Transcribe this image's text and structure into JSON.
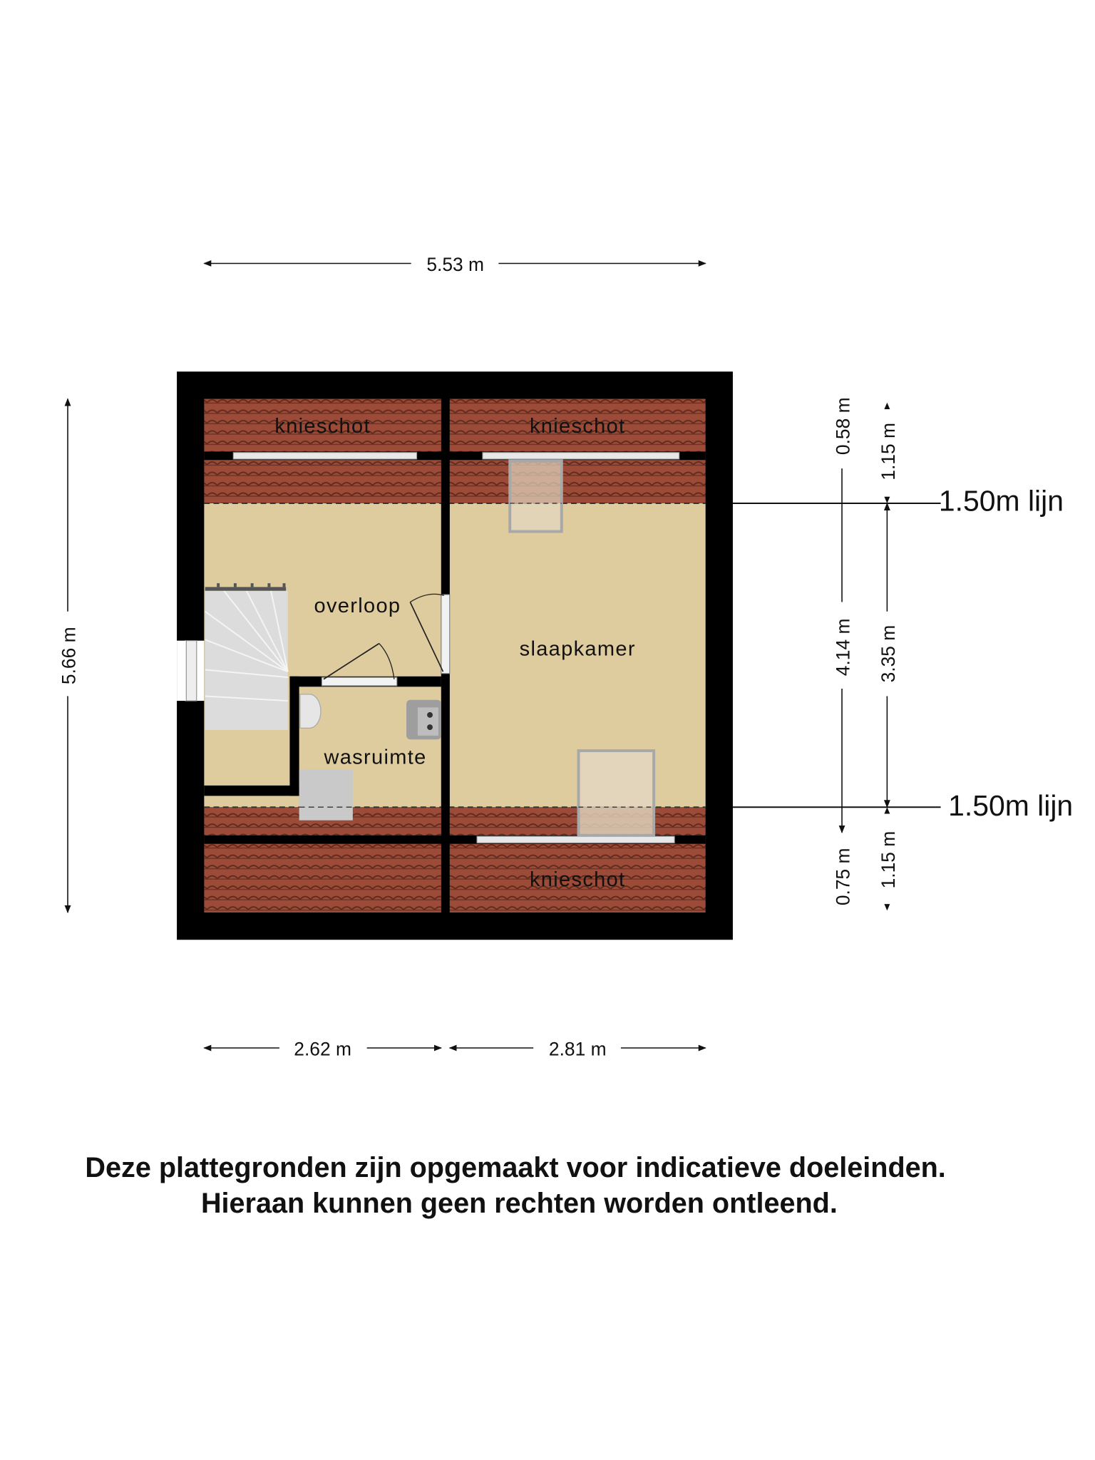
{
  "rooms": {
    "knieschot_top_left": "knieschot",
    "knieschot_top_right": "knieschot",
    "knieschot_bottom_right": "knieschot",
    "overloop": "overloop",
    "slaapkamer": "slaapkamer",
    "wasruimte": "wasruimte"
  },
  "dimensions": {
    "total_width": "5.53 m",
    "total_height": "5.66 m",
    "left_width": "2.62 m",
    "right_width": "2.81 m",
    "right_top_a": "0.58 m",
    "right_mid_a": "4.14 m",
    "right_bottom_a": "0.75 m",
    "right_top_b": "1.15 m",
    "right_mid_b": "3.35 m",
    "right_bottom_b": "1.15 m"
  },
  "lines": {
    "top_line": "1.50m lijn",
    "bottom_line": "1.50m lijn"
  },
  "disclaimer": {
    "line1": "Deze plattegronden zijn opgemaakt voor indicatieve doeleinden.",
    "line2": "Hieraan kunnen geen rechten worden ontleend."
  },
  "colors": {
    "wall": "#000000",
    "floor": "#dfcc9e",
    "roof_tile": "#9b4b37"
  }
}
